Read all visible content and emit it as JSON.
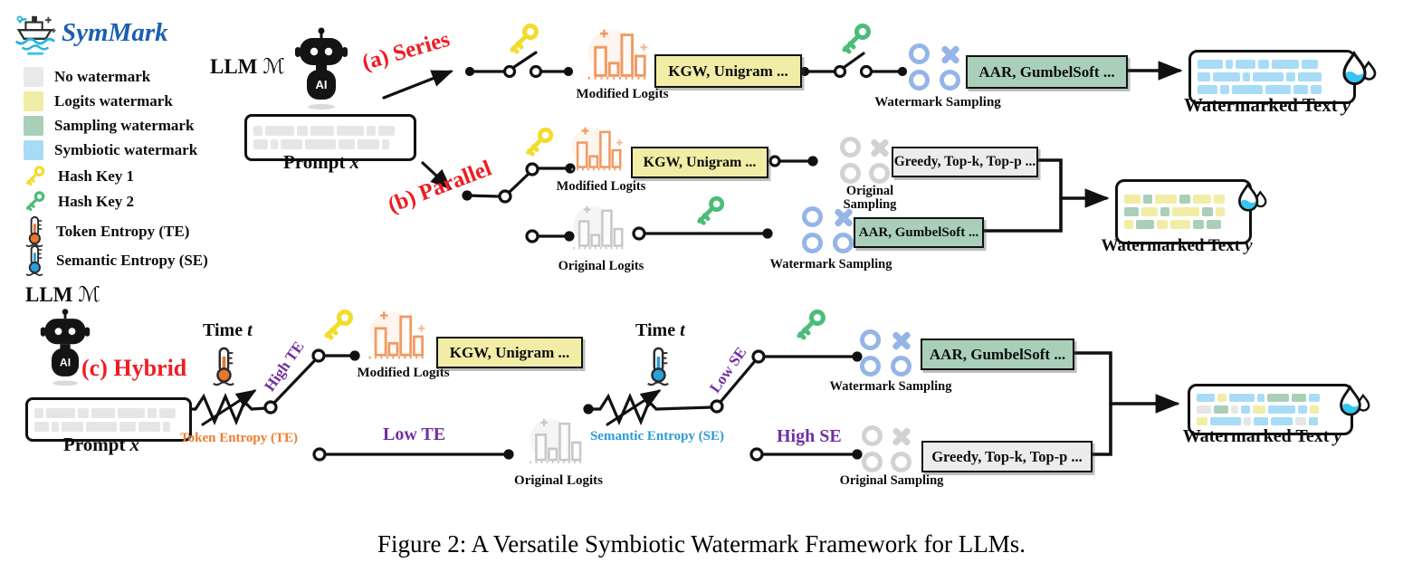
{
  "logo": {
    "name": "SymMark"
  },
  "legend": {
    "items": [
      {
        "label": "No watermark"
      },
      {
        "label": "Logits watermark"
      },
      {
        "label": "Sampling watermark"
      },
      {
        "label": "Symbiotic watermark"
      },
      {
        "label": "Hash Key 1"
      },
      {
        "label": "Hash Key 2"
      },
      {
        "label": "Token Entropy (TE)"
      },
      {
        "label": "Semantic Entropy (SE)"
      }
    ]
  },
  "colors": {
    "no_watermark": "#e9e9e9",
    "logits_watermark": "#f1eda6",
    "sampling_watermark": "#a9cfb9",
    "symbiotic_watermark": "#a8dcf6",
    "hash_key_1": "#f2dd2c",
    "hash_key_2": "#4bbd78",
    "token_entropy": "#e8762d",
    "semantic_entropy": "#2a9fd8",
    "path_label_red": "#ee1d23",
    "branch_purple": "#7030a0",
    "sampling_icon_blue": "#94b5e6",
    "logits_icon_orange": "#f19a62"
  },
  "chips": {
    "n": "#e6e6e6",
    "l": "#f1eda6",
    "s": "#a9cfb9",
    "y": "#a8dcf6"
  },
  "robot": {
    "ai_label": "AI"
  },
  "common": {
    "llm": {
      "text": "LLM",
      "var": "ℳ"
    },
    "prompt": {
      "text": "Prompt",
      "var": "x"
    },
    "time": {
      "text": "Time",
      "var": "t"
    },
    "output": {
      "text": "Watermarked Text",
      "var": "y"
    },
    "modified_logits": "Modified Logits",
    "original_logits": "Original Logits",
    "watermark_sampling": "Watermark Sampling",
    "original_sampling": "Original Sampling",
    "logits_box": "KGW, Unigram ...",
    "sampling_box": "AAR, GumbelSoft ...",
    "original_sampling_box": "Greedy, Top-k, Top-p ..."
  },
  "series": {
    "label": "(a) Series"
  },
  "parallel": {
    "label": "(b) Parallel"
  },
  "hybrid": {
    "label": "(c) Hybrid",
    "token_entropy": "Token Entropy (TE)",
    "semantic_entropy": "Semantic Entropy (SE)",
    "high_te": "High TE",
    "low_te": "Low TE",
    "low_se": "Low SE",
    "high_se": "High SE"
  },
  "prompt_chips": [
    [
      "n:10",
      "n:32",
      "n:12",
      "n:26",
      "n:30",
      "n:10",
      "n:18"
    ],
    [
      "n:16",
      "n:8",
      "n:24",
      "n:34",
      "n:18",
      "n:24",
      "n:8"
    ]
  ],
  "outputs": {
    "series": [
      [
        "y:28",
        "y:8",
        "y:22",
        "y:12",
        "y:30",
        "y:18"
      ],
      [
        "y:14",
        "y:30",
        "y:8",
        "y:34",
        "y:10",
        "y:26"
      ],
      [
        "y:22",
        "y:10",
        "y:34",
        "y:28",
        "y:16",
        "y:12"
      ]
    ],
    "parallel": [
      [
        "l:18",
        "s:10",
        "l:24",
        "s:12",
        "l:20",
        "l:12"
      ],
      [
        "s:16",
        "l:18",
        "s:10",
        "l:30",
        "s:12",
        "l:10"
      ],
      [
        "l:10",
        "s:20",
        "l:12",
        "l:22",
        "s:12",
        "s:16"
      ]
    ],
    "hybrid": [
      [
        "y:20",
        "l:10",
        "y:28",
        "y:8",
        "s:24",
        "s:16",
        "y:12"
      ],
      [
        "n:16",
        "s:16",
        "n:8",
        "y:10",
        "l:14",
        "y:30",
        "y:10",
        "l:10"
      ],
      [
        "l:12",
        "y:34",
        "n:8",
        "y:16",
        "y:24",
        "n:12",
        "y:10"
      ]
    ]
  },
  "caption": "Figure 2: A Versatile Symbiotic Watermark Framework for LLMs."
}
